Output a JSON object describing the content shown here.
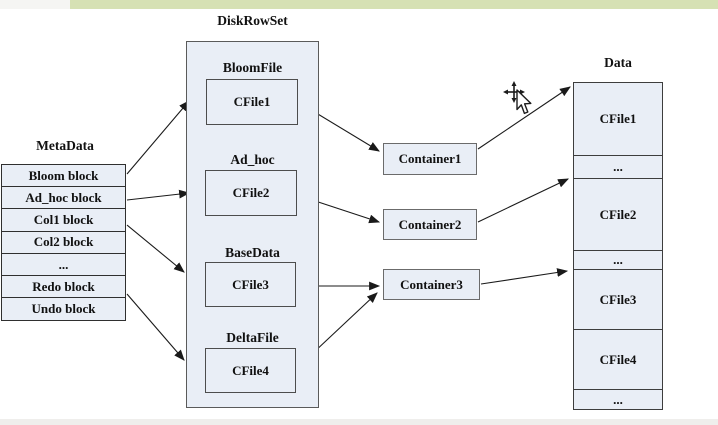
{
  "page": {
    "top_bar": {
      "left_strip_color": "#f5f5f3",
      "green_bar_color": "#d6e1b4"
    },
    "bottom_strip_color": "#efeeec",
    "background": "#ffffff"
  },
  "diagram": {
    "colors": {
      "box_fill": "#e9eef6",
      "box_border": "#4d4d4d",
      "arrow": "#1a1a1a"
    },
    "metadata": {
      "title": "MetaData",
      "blocks": [
        "Bloom block",
        "Ad_hoc block",
        "Col1 block",
        "Col2 block",
        "...",
        "Redo block",
        "Undo block"
      ]
    },
    "diskrowset": {
      "title": "DiskRowSet",
      "groups": [
        {
          "label": "BloomFile",
          "cfile": "CFile1"
        },
        {
          "label": "Ad_hoc",
          "cfile": "CFile2"
        },
        {
          "label": "BaseData",
          "cfile": "CFile3"
        },
        {
          "label": "DeltaFile",
          "cfile": "CFile4"
        }
      ]
    },
    "containers": [
      "Container1",
      "Container2",
      "Container3"
    ],
    "data_column": {
      "title": "Data",
      "segments": [
        "CFile1",
        "...",
        "CFile2",
        "...",
        "CFile3",
        "CFile4",
        "..."
      ]
    },
    "cursor": {
      "type": "move-cursor"
    }
  }
}
